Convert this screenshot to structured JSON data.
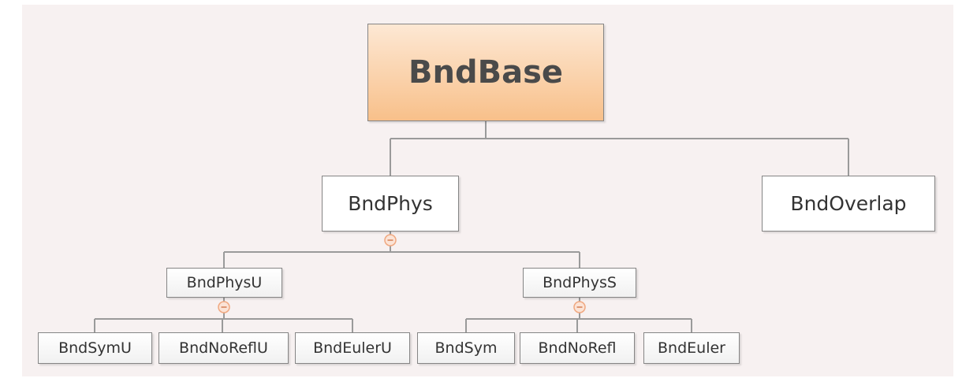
{
  "diagram": {
    "nodes": {
      "root": "BndBase",
      "phys": "BndPhys",
      "overlap": "BndOverlap",
      "physU": "BndPhysU",
      "physS": "BndPhysS",
      "symU": "BndSymU",
      "noReflU": "BndNoReflU",
      "eulerU": "BndEulerU",
      "sym": "BndSym",
      "noRefl": "BndNoRefl",
      "euler": "BndEuler"
    },
    "edges": [
      [
        "root",
        "phys"
      ],
      [
        "root",
        "overlap"
      ],
      [
        "phys",
        "physU"
      ],
      [
        "phys",
        "physS"
      ],
      [
        "physU",
        "symU"
      ],
      [
        "physU",
        "noReflU"
      ],
      [
        "physU",
        "eulerU"
      ],
      [
        "physS",
        "sym"
      ],
      [
        "physS",
        "noRefl"
      ],
      [
        "physS",
        "euler"
      ]
    ],
    "collapse_toggles": [
      "phys",
      "physU",
      "physS"
    ],
    "colors": {
      "background": "#f7f1f1",
      "root_fill_top": "#fde8d4",
      "root_fill_bottom": "#f8c08a",
      "connector": "#9a9a9a",
      "toggle": "#f0a880"
    }
  }
}
